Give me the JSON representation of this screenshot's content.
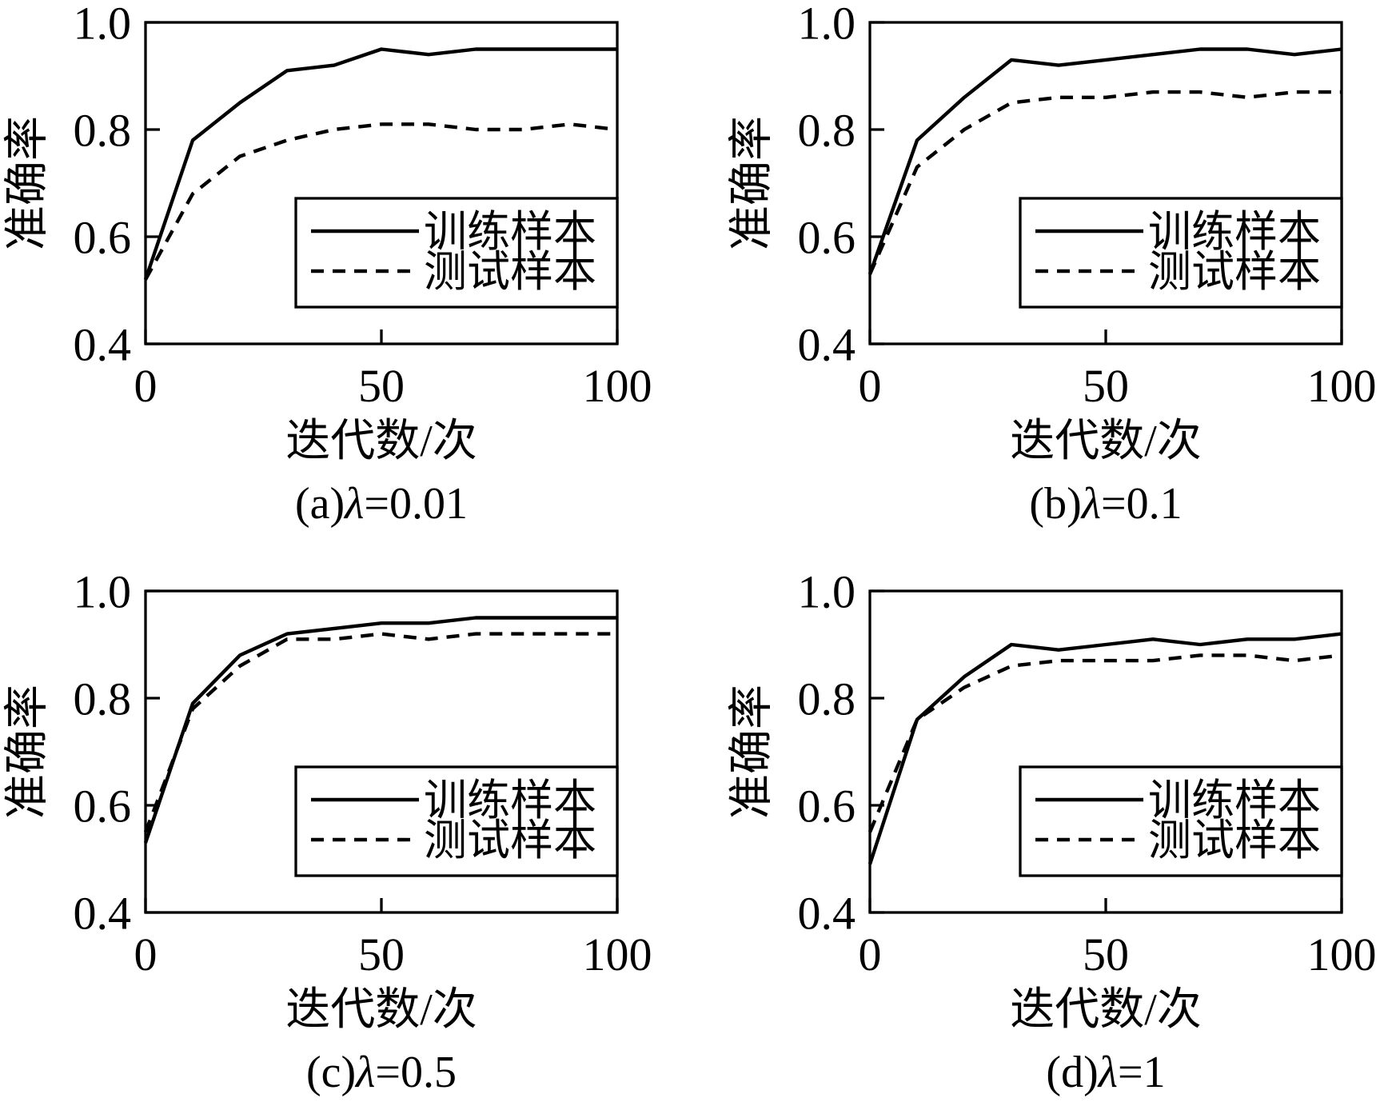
{
  "chart_data": [
    {
      "type": "line",
      "xlabel": "迭代数/次",
      "ylabel": "准确率",
      "xlim": [
        0,
        100
      ],
      "ylim": [
        0.4,
        1.0
      ],
      "xticks": [
        {
          "value": 0,
          "label": "0"
        },
        {
          "value": 50,
          "label": "50"
        },
        {
          "value": 100,
          "label": "100"
        }
      ],
      "yticks": [
        {
          "value": 0.4,
          "label": "0.4"
        },
        {
          "value": 0.6,
          "label": "0.6"
        },
        {
          "value": 0.8,
          "label": "0.8"
        },
        {
          "value": 1.0,
          "label": "1.0"
        }
      ],
      "grid": false,
      "legend": "lower-right",
      "caption": {
        "prefix": "(a)",
        "symbol": "λ",
        "suffix": "=0.01"
      },
      "x": [
        0,
        10,
        20,
        30,
        40,
        50,
        60,
        70,
        80,
        90,
        100
      ],
      "series": [
        {
          "name": "训练样本",
          "dashed": false,
          "color": "#000000",
          "values": [
            0.52,
            0.78,
            0.85,
            0.91,
            0.92,
            0.95,
            0.94,
            0.95,
            0.95,
            0.95,
            0.95
          ]
        },
        {
          "name": "测试样本",
          "dashed": true,
          "color": "#000000",
          "values": [
            0.52,
            0.68,
            0.75,
            0.78,
            0.8,
            0.81,
            0.81,
            0.8,
            0.8,
            0.81,
            0.8
          ]
        }
      ]
    },
    {
      "type": "line",
      "xlabel": "迭代数/次",
      "ylabel": "准确率",
      "xlim": [
        0,
        100
      ],
      "ylim": [
        0.4,
        1.0
      ],
      "xticks": [
        {
          "value": 0,
          "label": "0"
        },
        {
          "value": 50,
          "label": "50"
        },
        {
          "value": 100,
          "label": "100"
        }
      ],
      "yticks": [
        {
          "value": 0.4,
          "label": "0.4"
        },
        {
          "value": 0.6,
          "label": "0.6"
        },
        {
          "value": 0.8,
          "label": "0.8"
        },
        {
          "value": 1.0,
          "label": "1.0"
        }
      ],
      "grid": false,
      "legend": "lower-right",
      "caption": {
        "prefix": "(b)",
        "symbol": "λ",
        "suffix": "=0.1"
      },
      "x": [
        0,
        10,
        20,
        30,
        40,
        50,
        60,
        70,
        80,
        90,
        100
      ],
      "series": [
        {
          "name": "训练样本",
          "dashed": false,
          "color": "#000000",
          "values": [
            0.53,
            0.78,
            0.86,
            0.93,
            0.92,
            0.93,
            0.94,
            0.95,
            0.95,
            0.94,
            0.95
          ]
        },
        {
          "name": "测试样本",
          "dashed": true,
          "color": "#000000",
          "values": [
            0.53,
            0.73,
            0.8,
            0.85,
            0.86,
            0.86,
            0.87,
            0.87,
            0.86,
            0.87,
            0.87
          ]
        }
      ]
    },
    {
      "type": "line",
      "xlabel": "迭代数/次",
      "ylabel": "准确率",
      "xlim": [
        0,
        100
      ],
      "ylim": [
        0.4,
        1.0
      ],
      "xticks": [
        {
          "value": 0,
          "label": "0"
        },
        {
          "value": 50,
          "label": "50"
        },
        {
          "value": 100,
          "label": "100"
        }
      ],
      "yticks": [
        {
          "value": 0.4,
          "label": "0.4"
        },
        {
          "value": 0.6,
          "label": "0.6"
        },
        {
          "value": 0.8,
          "label": "0.8"
        },
        {
          "value": 1.0,
          "label": "1.0"
        }
      ],
      "grid": false,
      "legend": "lower-right",
      "caption": {
        "prefix": "(c)",
        "symbol": "λ",
        "suffix": "=0.5"
      },
      "x": [
        0,
        10,
        20,
        30,
        40,
        50,
        60,
        70,
        80,
        90,
        100
      ],
      "series": [
        {
          "name": "训练样本",
          "dashed": false,
          "color": "#000000",
          "values": [
            0.53,
            0.79,
            0.88,
            0.92,
            0.93,
            0.94,
            0.94,
            0.95,
            0.95,
            0.95,
            0.95
          ]
        },
        {
          "name": "测试样本",
          "dashed": true,
          "color": "#000000",
          "values": [
            0.55,
            0.78,
            0.86,
            0.91,
            0.91,
            0.92,
            0.91,
            0.92,
            0.92,
            0.92,
            0.92
          ]
        }
      ]
    },
    {
      "type": "line",
      "xlabel": "迭代数/次",
      "ylabel": "准确率",
      "xlim": [
        0,
        100
      ],
      "ylim": [
        0.4,
        1.0
      ],
      "xticks": [
        {
          "value": 0,
          "label": "0"
        },
        {
          "value": 50,
          "label": "50"
        },
        {
          "value": 100,
          "label": "100"
        }
      ],
      "yticks": [
        {
          "value": 0.4,
          "label": "0.4"
        },
        {
          "value": 0.6,
          "label": "0.6"
        },
        {
          "value": 0.8,
          "label": "0.8"
        },
        {
          "value": 1.0,
          "label": "1.0"
        }
      ],
      "grid": false,
      "legend": "lower-right",
      "caption": {
        "prefix": "(d)",
        "symbol": "λ",
        "suffix": "=1"
      },
      "x": [
        0,
        10,
        20,
        30,
        40,
        50,
        60,
        70,
        80,
        90,
        100
      ],
      "series": [
        {
          "name": "训练样本",
          "dashed": false,
          "color": "#000000",
          "values": [
            0.49,
            0.76,
            0.84,
            0.9,
            0.89,
            0.9,
            0.91,
            0.9,
            0.91,
            0.91,
            0.92
          ]
        },
        {
          "name": "测试样本",
          "dashed": true,
          "color": "#000000",
          "values": [
            0.55,
            0.76,
            0.82,
            0.86,
            0.87,
            0.87,
            0.87,
            0.88,
            0.88,
            0.87,
            0.88
          ]
        }
      ]
    }
  ]
}
